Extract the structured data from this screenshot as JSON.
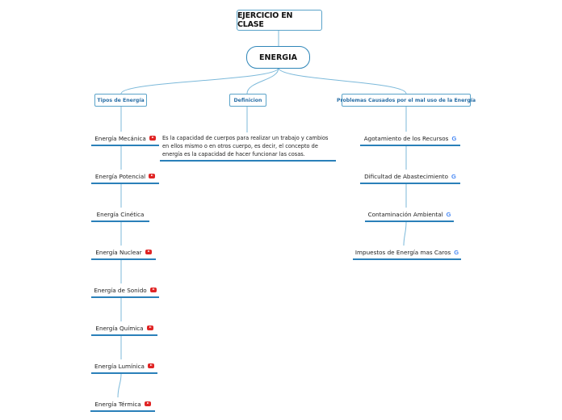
{
  "root": {
    "title": "EJERCICIO EN CLASE"
  },
  "central": {
    "title": "ENERGIA"
  },
  "branches": [
    {
      "label": "Tipos de Energía"
    },
    {
      "label": "Definicion"
    },
    {
      "label": "Problemas Causados por el mal uso de la Energía"
    }
  ],
  "tipos": [
    {
      "label": "Energía Mecánica",
      "icon": "youtube-icon"
    },
    {
      "label": "Energía Potencial",
      "icon": "youtube-icon"
    },
    {
      "label": "Energía Cinética",
      "icon": ""
    },
    {
      "label": "Energía Nuclear",
      "icon": "youtube-icon"
    },
    {
      "label": "Energía de Sonido",
      "icon": "youtube-icon"
    },
    {
      "label": "Energía Química",
      "icon": "youtube-icon"
    },
    {
      "label": "Energía Lumínica",
      "icon": "youtube-icon"
    },
    {
      "label": "Energía Térmica",
      "icon": "youtube-icon"
    }
  ],
  "definicion": {
    "text": "Es la capacidad de cuerpos para realizar un trabajo y cambios en ellos mismo o en otros cuerpo, es decir, el concepto de energía es la capacidad de hacer funcionar las cosas."
  },
  "problemas": [
    {
      "label": "Agotamiento de los Recursos",
      "icon": "google-icon"
    },
    {
      "label": "Dificultad de Abastecimiento",
      "icon": "google-icon"
    },
    {
      "label": "Contaminación Ambiental",
      "icon": "google-icon"
    },
    {
      "label": "Impuestos de Energía mas Caros",
      "icon": "google-icon"
    }
  ],
  "colors": {
    "line": "#7cb9da",
    "underline": "#2a80b9",
    "youtube": "#e02424",
    "google": "#4285f4"
  }
}
